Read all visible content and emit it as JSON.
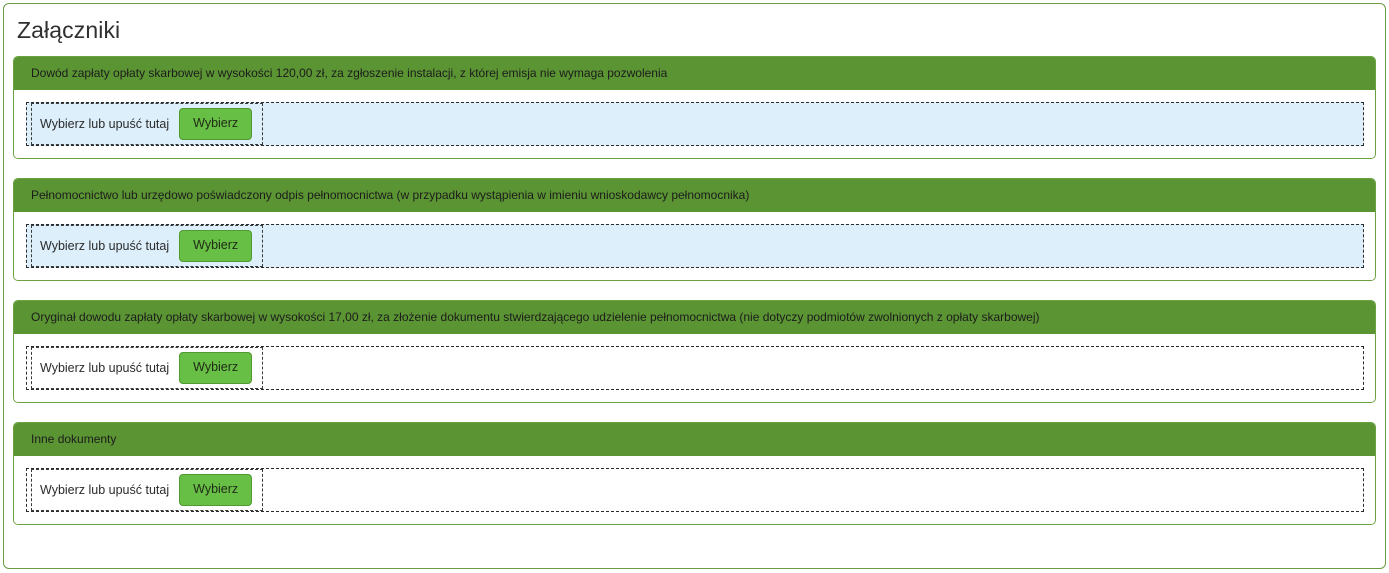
{
  "panel": {
    "title": "Załączniki",
    "border_color": "#6a9c43",
    "header_color": "#5b9433",
    "button_color": "#68bf45",
    "dropzone_active_color": "#dceffb"
  },
  "dropzone": {
    "hint": "Wybierz lub upuść tutaj",
    "button_label": "Wybierz"
  },
  "sections": [
    {
      "header": "Dowód zapłaty opłaty skarbowej w wysokości 120,00 zł, za zgłoszenie instalacji, z której emisja nie wymaga pozwolenia",
      "hint": "Wybierz lub upuść tutaj",
      "button_label": "Wybierz",
      "highlighted": true
    },
    {
      "header": "Pełnomocnictwo lub urzędowo poświadczony odpis pełnomocnictwa (w przypadku wystąpienia w imieniu wnioskodawcy pełnomocnika)",
      "hint": "Wybierz lub upuść tutaj",
      "button_label": "Wybierz",
      "highlighted": true
    },
    {
      "header": "Oryginał dowodu zapłaty opłaty skarbowej w wysokości 17,00 zł, za złożenie dokumentu stwierdzającego udzielenie pełnomocnictwa (nie dotyczy podmiotów zwolnionych z opłaty skarbowej)",
      "hint": "Wybierz lub upuść tutaj",
      "button_label": "Wybierz",
      "highlighted": false
    },
    {
      "header": "Inne dokumenty",
      "hint": "Wybierz lub upuść tutaj",
      "button_label": "Wybierz",
      "highlighted": false
    }
  ]
}
